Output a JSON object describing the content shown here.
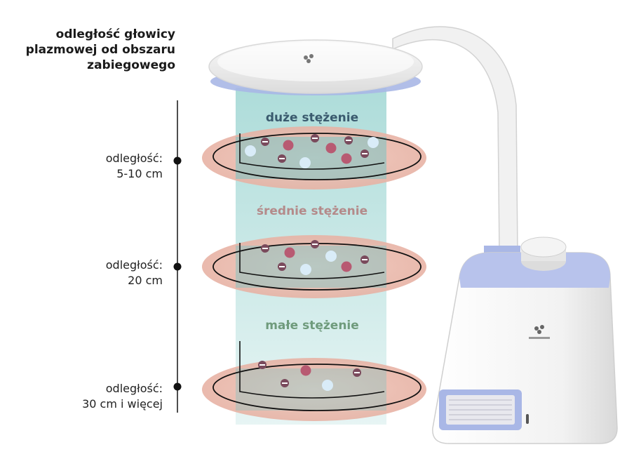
{
  "heading": {
    "line1": "odległość głowicy",
    "line2": "plazmowej od obszaru",
    "line3": "zabiegowego"
  },
  "distances": [
    {
      "line1": "odległość:",
      "line2": "5-10 cm"
    },
    {
      "line1": "odległość:",
      "line2": "20 cm"
    },
    {
      "line1": "odległość:",
      "line2": "30 cm i więcej"
    }
  ],
  "zones": [
    {
      "label": "duże stężenie"
    },
    {
      "label": "średnie stężenie"
    },
    {
      "label": "małe stężenie"
    }
  ],
  "colors": {
    "beam": "#9fd6d3",
    "treatment_area": "#e9b6a8",
    "ion_light": "#d9ecf8",
    "ion_dark": "#b85a72",
    "device_accent": "#a9b7e6"
  },
  "particles": {
    "high": {
      "light": 3,
      "dark": 3,
      "minus": 5
    },
    "medium": {
      "light": 2,
      "dark": 2,
      "minus": 4
    },
    "low": {
      "light": 1,
      "dark": 1,
      "minus": 3
    }
  }
}
